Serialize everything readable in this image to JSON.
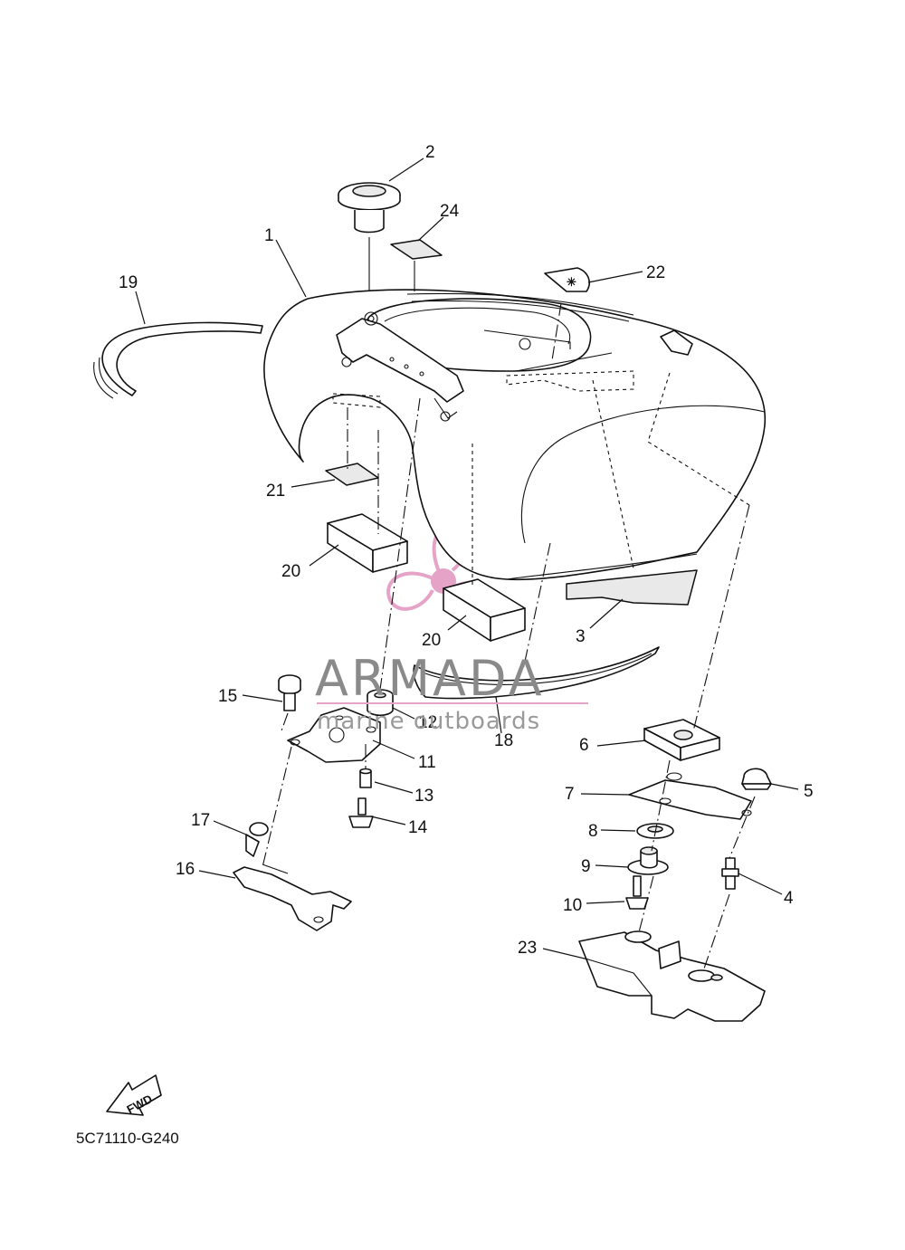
{
  "diagram": {
    "part_numbers": {
      "p1": "1",
      "p2": "2",
      "p3": "3",
      "p4": "4",
      "p5": "5",
      "p6": "6",
      "p7": "7",
      "p8": "8",
      "p9": "9",
      "p10": "10",
      "p11": "11",
      "p12": "12",
      "p13": "13",
      "p14": "14",
      "p15": "15",
      "p16": "16",
      "p17": "17",
      "p18": "18",
      "p19": "19",
      "p20a": "20",
      "p20b": "20",
      "p21": "21",
      "p22": "22",
      "p23": "23",
      "p24": "24"
    },
    "fwd_label": "FWD",
    "drawing_code": "5C71110-G240"
  },
  "watermark": {
    "title": "ARMADA",
    "subtitle": "marine outboards",
    "logo_color": "#e6a3c8",
    "text_color": "#8a8a8a"
  }
}
